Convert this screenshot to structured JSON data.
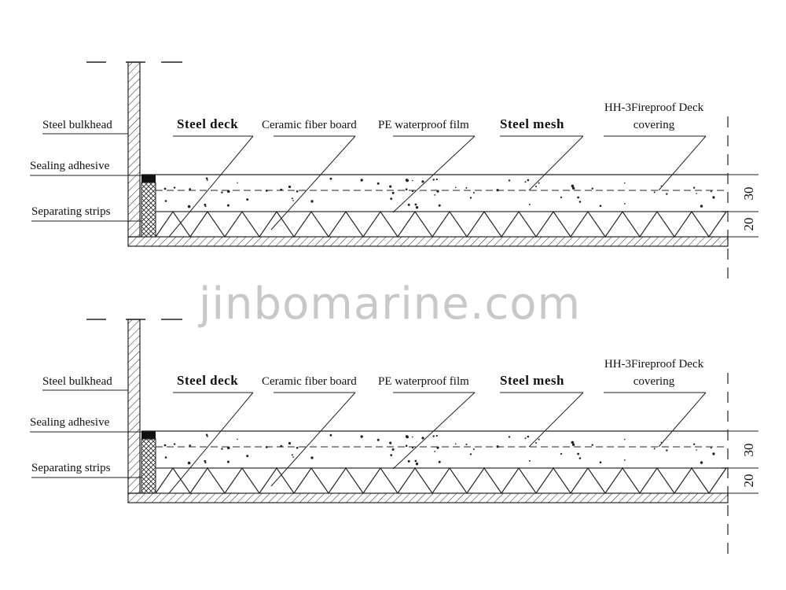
{
  "watermark": "jinbomarine.com",
  "diagrams": [
    {
      "left_labels": [
        "Steel bulkhead",
        "Sealing adhesive",
        "Separating strips"
      ],
      "top_labels": [
        "Steel deck",
        "Ceramic fiber board",
        "PE waterproof film",
        "Steel mesh"
      ],
      "covering_label": [
        "HH-3Fireproof Deck",
        "covering"
      ],
      "dimensions": [
        "30",
        "20"
      ]
    },
    {
      "left_labels": [
        "Steel bulkhead",
        "Sealing adhesive",
        "Separating strips"
      ],
      "top_labels": [
        "Steel deck",
        "Ceramic fiber board",
        "PE waterproof film",
        "Steel mesh"
      ],
      "covering_label": [
        "HH-3Fireproof Deck",
        "covering"
      ],
      "dimensions": [
        "30",
        "20"
      ]
    }
  ]
}
